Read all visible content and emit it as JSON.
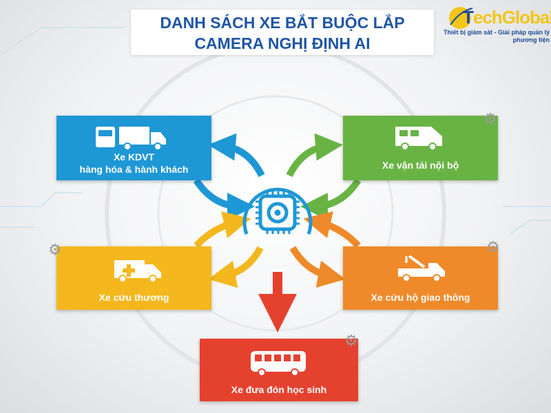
{
  "title": {
    "line1": "DANH SÁCH XE BẮT BUỘC LẮP",
    "line2": "CAMERA NGHỊ ĐỊNH AI"
  },
  "logo": {
    "text": "TechGlobal",
    "tagline": "Thiết bị giám sát - Giải pháp quản lý phương tiện"
  },
  "center": {
    "icon": "ai-chip-camera-icon"
  },
  "categories": [
    {
      "line1": "Xe KDVT",
      "line2": "hàng hóa & hành khách",
      "color": "#1e97d5",
      "icon": "bus-truck-icon"
    },
    {
      "line1": "Xe vận tải nội bộ",
      "color": "#69b345",
      "icon": "minibus-icon"
    },
    {
      "line1": "Xe cứu thương",
      "color": "#f4b71d",
      "icon": "ambulance-icon"
    },
    {
      "line1": "Xe cứu hộ giao thông",
      "color": "#ef8a2a",
      "icon": "tow-truck-icon"
    },
    {
      "line1": "Xe đưa đón học sinh",
      "color": "#e5412f",
      "icon": "school-bus-icon"
    }
  ]
}
